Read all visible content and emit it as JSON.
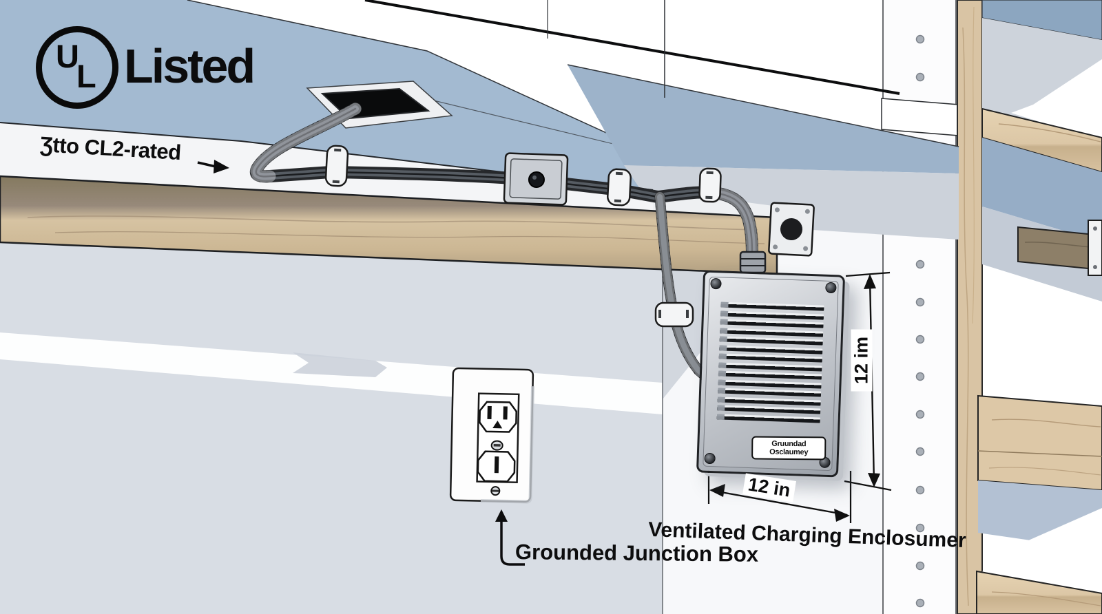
{
  "badge": {
    "monogram_u": "U",
    "monogram_l": "L",
    "wordmark": "Listed"
  },
  "annotations": {
    "cable_rating": "Ʒtto CL2-rated",
    "junction_box": "Grounded Junction Box",
    "enclosure_caption": "Ventilated Charging Enclosumer"
  },
  "dimensions": {
    "height": "12 im",
    "width": "12 in"
  },
  "enclosure_tag": {
    "line1": "Gruundad",
    "line2": "Osclaumey"
  },
  "colors": {
    "ceiling_blue": "#a3bad1",
    "panel_blue": "#9db3ca",
    "wall_gray": "#d8dde4",
    "wood_light": "#dcc7a6",
    "beam_brown": "#8f8270",
    "conduit_dark": "#2b2e32",
    "enclosure_gray": "#b9bdc4"
  }
}
